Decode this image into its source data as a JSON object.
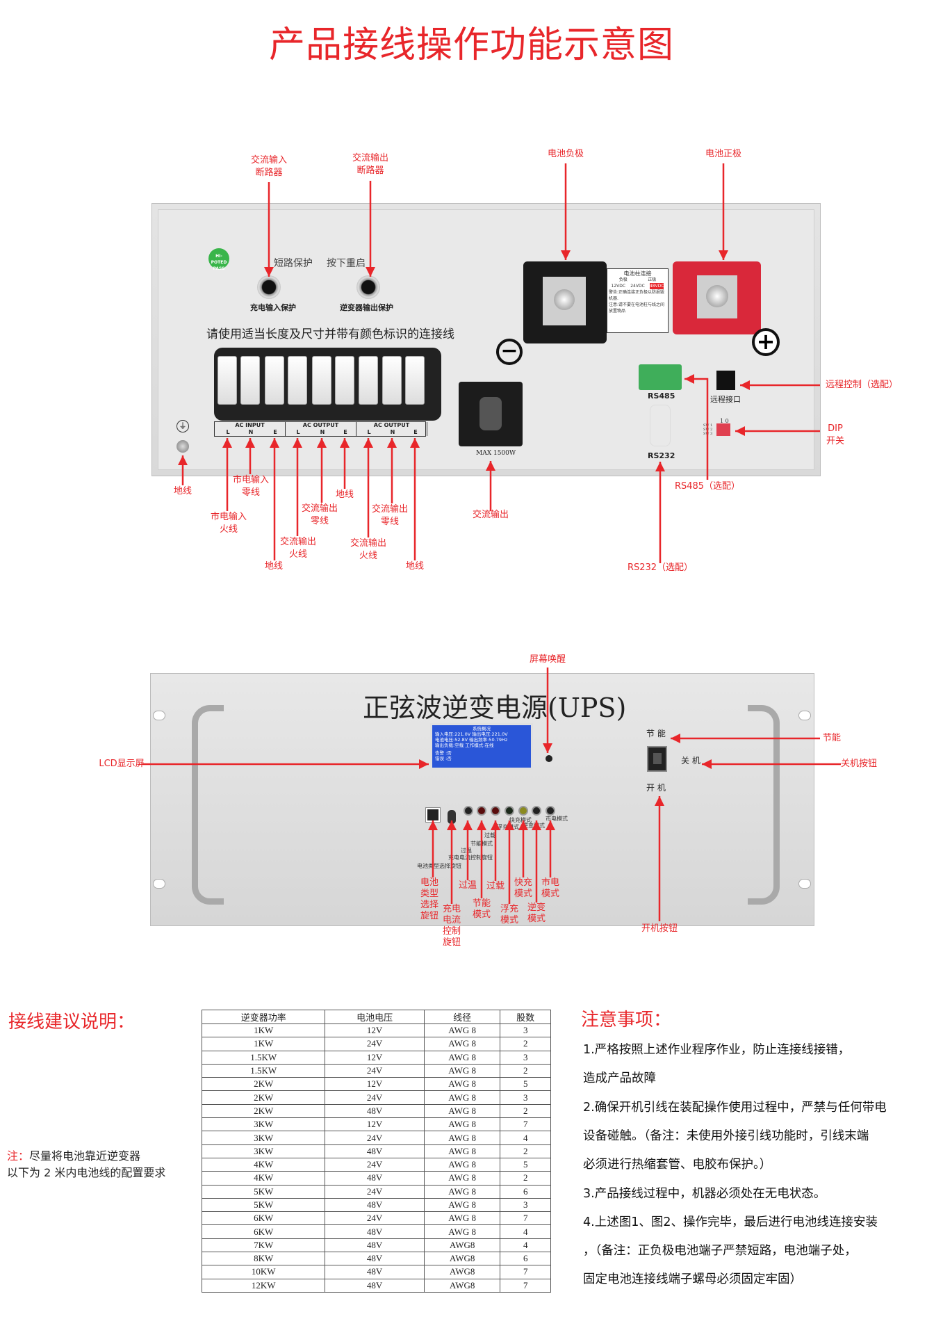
{
  "title": "产品接线操作功能示意图",
  "colors": {
    "accent": "#e8262a",
    "lcd": "#2a56d8",
    "terminal_positive": "#d9283a",
    "terminal_negative": "#1a1a1a",
    "rs485": "#3fae5a"
  },
  "rear_panel": {
    "badge": "HI-POTED PASS",
    "short_protect": "短路保护",
    "press_restart": "按下重启",
    "btn_charge": "充电输入保护",
    "btn_inverter": "逆变器输出保护",
    "wire_notice": "请使用适当长度及尺寸并带有颜色标识的连接线",
    "ac_groups": [
      "AC INPUT",
      "AC OUTPUT",
      "AC OUTPUT"
    ],
    "ac_pins": [
      "L",
      "N",
      "E",
      "L",
      "N",
      "E",
      "L",
      "N",
      "E"
    ],
    "outlet_label": "MAX 1500W",
    "rs485": "RS485",
    "rs232": "RS232",
    "remote_port": "远程接口",
    "dip_header": "1   0",
    "dip_rows": [
      "SW 1",
      "SW 2",
      "SW 3"
    ],
    "sticker": {
      "title": "电池柱连接",
      "neg": "负极",
      "pos": "正极",
      "v": [
        "12VDC",
        "24VDC",
        "48VDC"
      ],
      "warn": "警告:正确连接正负极以防损毁机器.",
      "note": "注意:请不要在电池柱与线之间放置物品"
    },
    "callouts": {
      "ac_in_breaker": [
        "交流输入",
        "断路器"
      ],
      "ac_out_breaker": [
        "交流输出",
        "断路器"
      ],
      "bat_neg": "电池负极",
      "bat_pos": "电池正极",
      "remote": "远程控制（选配）",
      "dip": [
        "DIP",
        "开关"
      ],
      "rs485_opt": "RS485（选配）",
      "rs232_opt": "RS232（选配）",
      "ac_output": "交流输出",
      "ground1": "地线",
      "mains_n": [
        "市电输入",
        "零线"
      ],
      "mains_l": [
        "市电输入",
        "火线"
      ],
      "ground2": "地线",
      "out_l1": [
        "交流输出",
        "火线"
      ],
      "out_n1": [
        "交流输出",
        "零线"
      ],
      "ground3": "地线",
      "out_l2": [
        "交流输出",
        "火线"
      ],
      "out_n2": [
        "交流输出",
        "零线"
      ],
      "ground4": "地线"
    }
  },
  "front_panel": {
    "title": "正弦波逆变电源(UPS)",
    "lcd": {
      "header": "系统概况",
      "lines": [
        "输入电压:221.0V 输出电压:221.0V",
        "电池电压:52.8V 输出频率:50.79Hz",
        "输出负载:空载   工作模式:在线",
        "告警 :否",
        "错误 :否"
      ]
    },
    "switch_labels": {
      "eco": "节 能",
      "off": "关 机",
      "on": "开 机"
    },
    "panel_small": [
      "电池类型选择旋钮",
      "充电电流控制旋钮",
      "过温",
      "节能模式",
      "过载",
      "浮充模式",
      "快充模式",
      "逆变模式",
      "市电模式"
    ],
    "callouts": {
      "wake": "屏幕唤醒",
      "lcd": "LCD显示屏",
      "eco": "节能",
      "off": "关机按钮",
      "on": "开机按钮",
      "bat_type": [
        "电池",
        "类型",
        "选择",
        "旋钮"
      ],
      "charge_cur": [
        "充电",
        "电流",
        "控制",
        "旋钮"
      ],
      "over_temp": "过温",
      "eco_mode": [
        "节能",
        "模式"
      ],
      "overload": "过载",
      "float": [
        "浮充",
        "模式"
      ],
      "fast": [
        "快充",
        "模式"
      ],
      "inverter": [
        "逆变",
        "模式"
      ],
      "mains": [
        "市电",
        "模式"
      ]
    }
  },
  "wiring": {
    "heading": "接线建议说明：",
    "note_prefix": "注：",
    "note_line1": "尽量将电池靠近逆变器",
    "note_line2": "以下为 2 米内电池线的配置要求",
    "columns": [
      "逆变器功率",
      "电池电压",
      "线径",
      "股数"
    ],
    "rows": [
      [
        "1KW",
        "12V",
        "AWG 8",
        "3"
      ],
      [
        "1KW",
        "24V",
        "AWG 8",
        "2"
      ],
      [
        "1.5KW",
        "12V",
        "AWG 8",
        "3"
      ],
      [
        "1.5KW",
        "24V",
        "AWG 8",
        "2"
      ],
      [
        "2KW",
        "12V",
        "AWG 8",
        "5"
      ],
      [
        "2KW",
        "24V",
        "AWG 8",
        "3"
      ],
      [
        "2KW",
        "48V",
        "AWG 8",
        "2"
      ],
      [
        "3KW",
        "12V",
        "AWG 8",
        "7"
      ],
      [
        "3KW",
        "24V",
        "AWG 8",
        "4"
      ],
      [
        "3KW",
        "48V",
        "AWG 8",
        "2"
      ],
      [
        "4KW",
        "24V",
        "AWG 8",
        "5"
      ],
      [
        "4KW",
        "48V",
        "AWG 8",
        "2"
      ],
      [
        "5KW",
        "24V",
        "AWG 8",
        "6"
      ],
      [
        "5KW",
        "48V",
        "AWG 8",
        "3"
      ],
      [
        "6KW",
        "24V",
        "AWG 8",
        "7"
      ],
      [
        "6KW",
        "48V",
        "AWG 8",
        "4"
      ],
      [
        "7KW",
        "48V",
        "AWG8",
        "4"
      ],
      [
        "8KW",
        "48V",
        "AWG8",
        "6"
      ],
      [
        "10KW",
        "48V",
        "AWG8",
        "7"
      ],
      [
        "12KW",
        "48V",
        "AWG8",
        "7"
      ]
    ]
  },
  "notes": {
    "heading": "注意事项：",
    "lines": [
      "1.严格按照上述作业程序作业，防止连接线接错，",
      "造成产品故障",
      "2.确保开机引线在装配操作使用过程中，严禁与任何带电",
      "设备碰触。（备注：未使用外接引线功能时，引线末端",
      "必须进行热缩套管、电胶布保护。）",
      "3.产品接线过程中，机器必须处在无电状态。",
      "4.上述图1、图2、操作完毕，最后进行电池线连接安装",
      "，（备注：正负极电池端子严禁短路，电池端子处，",
      "固定电池连接线端子螺母必须固定牢固）"
    ]
  }
}
